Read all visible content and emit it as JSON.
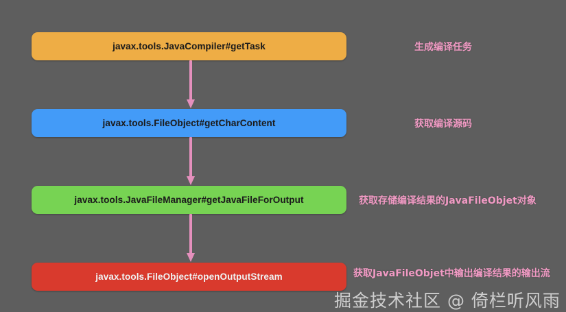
{
  "diagram": {
    "background_color": "#5e5e5e",
    "arrow_color": "#e590bd",
    "steps": [
      {
        "box_label": "javax.tools.JavaCompiler#getTask",
        "note": "生成编译任务",
        "color": "#eead45",
        "text_color": "#1c1c1c"
      },
      {
        "box_label": "javax.tools.FileObject#getCharContent",
        "note": "获取编译源码",
        "color": "#439bf8",
        "text_color": "#1c1c1c"
      },
      {
        "box_label": "javax.tools.JavaFileManager#getJavaFileForOutput",
        "note": "获取存储编译结果的JavaFileObjet对象",
        "color": "#77d353",
        "text_color": "#1c1c1c"
      },
      {
        "box_label": "javax.tools.FileObject#openOutputStream",
        "note": "获取JavaFileObjet中输出编译结果的输出流",
        "color": "#d93a2d",
        "text_color": "#f3f3f3"
      }
    ],
    "watermark": "掘金技术社区 @ 倚栏听风雨"
  }
}
